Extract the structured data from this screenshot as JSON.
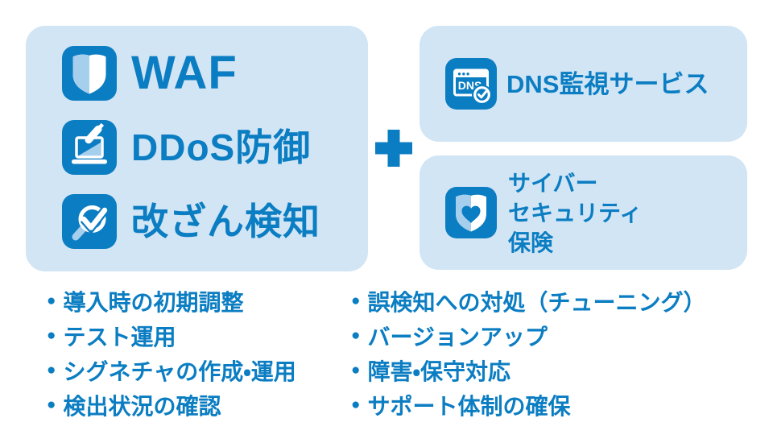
{
  "colors": {
    "primary_blue": "#0b7dc2",
    "panel_blue": "#d2e5f4",
    "icon_light_blue": "#a5cfec",
    "background": "#ffffff"
  },
  "services_panel": {
    "items": [
      {
        "label": "WAF",
        "icon": "shield-icon"
      },
      {
        "label": "DDoS防御",
        "icon": "ddos-attack-icon"
      },
      {
        "label": "改ざん検知",
        "icon": "tamper-detection-icon"
      }
    ]
  },
  "plus": {
    "symbol": "+"
  },
  "dns_panel": {
    "icon": "dns-monitor-icon",
    "icon_text": "DNS",
    "label": "DNS監視サービス"
  },
  "insurance_panel": {
    "icon": "insurance-shield-heart-icon",
    "label_lines": [
      "サイバー",
      "セキュリティ",
      "保険"
    ]
  },
  "lists": {
    "bullet_char": "●",
    "left": [
      "導入時の初期調整",
      "テスト運用",
      "シグネチャの作成・運用",
      "検出状況の確認"
    ],
    "right": [
      "誤検知への対処（チューニング）",
      "バージョンアップ",
      "障害・保守対応",
      "サポート体制の確保"
    ]
  }
}
